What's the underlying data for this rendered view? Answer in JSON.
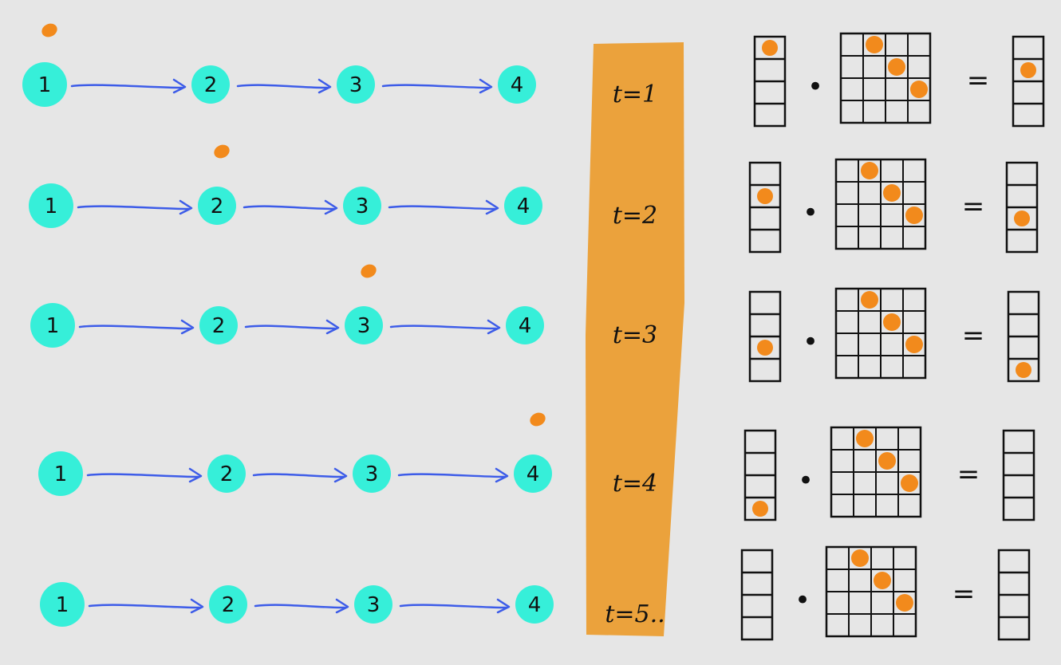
{
  "colors": {
    "background": "#e6e6e6",
    "node": "#36efd9",
    "arrow": "#3d5ce8",
    "token": "#f28a1c",
    "band": "#eba23c",
    "ink": "#111111"
  },
  "rows": [
    {
      "nodes": [
        "1",
        "2",
        "3",
        "4"
      ],
      "active_node": 1,
      "time_label": "t=1",
      "state_vector": [
        1,
        0,
        0,
        0
      ],
      "result_vector": [
        0,
        1,
        0,
        0
      ]
    },
    {
      "nodes": [
        "1",
        "2",
        "3",
        "4"
      ],
      "active_node": 2,
      "time_label": "t=2",
      "state_vector": [
        0,
        1,
        0,
        0
      ],
      "result_vector": [
        0,
        0,
        1,
        0
      ]
    },
    {
      "nodes": [
        "1",
        "2",
        "3",
        "4"
      ],
      "active_node": 3,
      "time_label": "t=3",
      "state_vector": [
        0,
        0,
        1,
        0
      ],
      "result_vector": [
        0,
        0,
        0,
        1
      ]
    },
    {
      "nodes": [
        "1",
        "2",
        "3",
        "4"
      ],
      "active_node": 4,
      "time_label": "t=4",
      "state_vector": [
        0,
        0,
        0,
        1
      ],
      "result_vector": [
        0,
        0,
        0,
        0
      ]
    },
    {
      "nodes": [
        "1",
        "2",
        "3",
        "4"
      ],
      "active_node": 0,
      "time_label": "t=5..",
      "state_vector": [
        0,
        0,
        0,
        0
      ],
      "result_vector": [
        0,
        0,
        0,
        0
      ]
    }
  ],
  "transition_matrix": [
    [
      0,
      1,
      0,
      0
    ],
    [
      0,
      0,
      1,
      0
    ],
    [
      0,
      0,
      0,
      1
    ],
    [
      0,
      0,
      0,
      0
    ]
  ],
  "operators": {
    "dot": "•",
    "equals": "="
  }
}
